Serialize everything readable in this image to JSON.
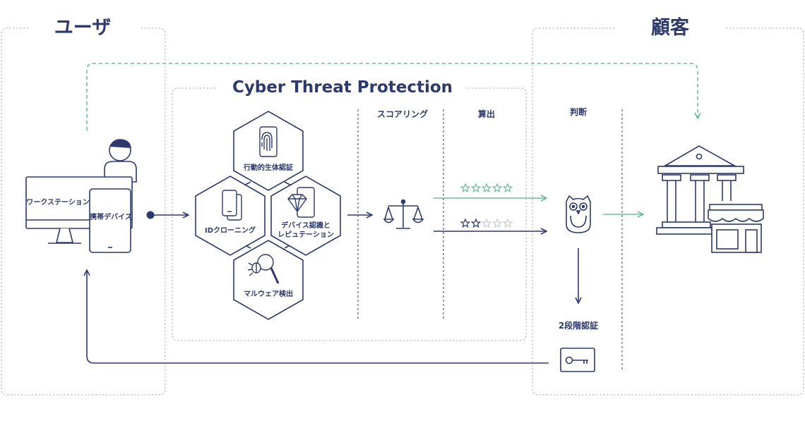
{
  "sections": {
    "user": "ユーザ",
    "customer": "顧客",
    "ctp": "Cyber Threat Protection"
  },
  "columns": {
    "scoring": "スコアリング",
    "calculation": "算出",
    "judgement": "判断"
  },
  "devices": {
    "workstation": "ワークステーション",
    "mobile": "携帯デバイス"
  },
  "modules": {
    "behavioral_biometrics": "行動的生体認証",
    "id_cloning": "IDクローニング",
    "device_reputation_line1": "デバイス認識と",
    "device_reputation_line2": "レピュテーション",
    "malware_detection": "マルウェア検出"
  },
  "ratings": {
    "high": {
      "filled": 5,
      "total": 5
    },
    "low": {
      "filled": 2,
      "total": 5
    }
  },
  "two_factor": "2段階認証",
  "colors": {
    "navy": "#2d3a6b",
    "teal": "#6dbb9a",
    "border_dotted": "#9aa0b3",
    "star_empty": "#c9ccd6"
  },
  "icons": {
    "person": "person-icon",
    "monitor": "monitor-icon",
    "tablet": "tablet-icon",
    "fingerprint": "fingerprint-phone-icon",
    "phones": "phones-icon",
    "diamond": "diamond-phone-icon",
    "bug": "bug-magnifier-icon",
    "scale": "scale-icon",
    "owl": "owl-icon",
    "key": "key-icon",
    "bank": "bank-icon",
    "shop": "shop-icon"
  }
}
